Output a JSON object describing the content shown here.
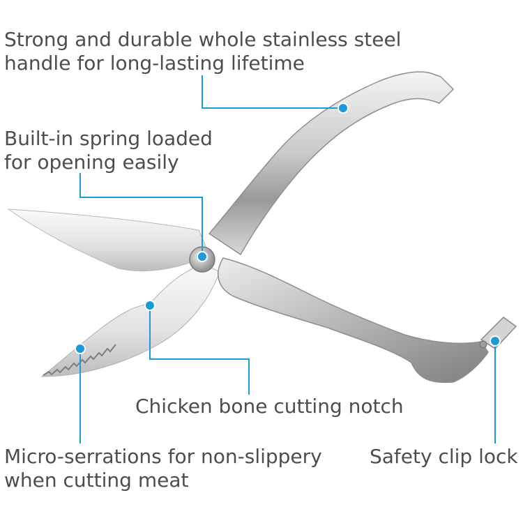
{
  "callouts": [
    {
      "id": "handle",
      "lines": [
        "Strong and durable whole stainless steel",
        "handle for long-lasting lifetime"
      ]
    },
    {
      "id": "spring",
      "lines": [
        "Built-in spring loaded",
        "for opening easily"
      ]
    },
    {
      "id": "notch",
      "lines": [
        "Chicken bone cutting notch"
      ]
    },
    {
      "id": "serrations",
      "lines": [
        "Micro-serrations for non-slippery",
        "when cutting meat"
      ]
    },
    {
      "id": "clip",
      "lines": [
        "Safety clip lock"
      ]
    }
  ],
  "colors": {
    "accent": "#1a9ad6",
    "text": "#4d4d4d",
    "steel_light": "#e6e6e6",
    "steel_dark": "#8a8a8a"
  }
}
